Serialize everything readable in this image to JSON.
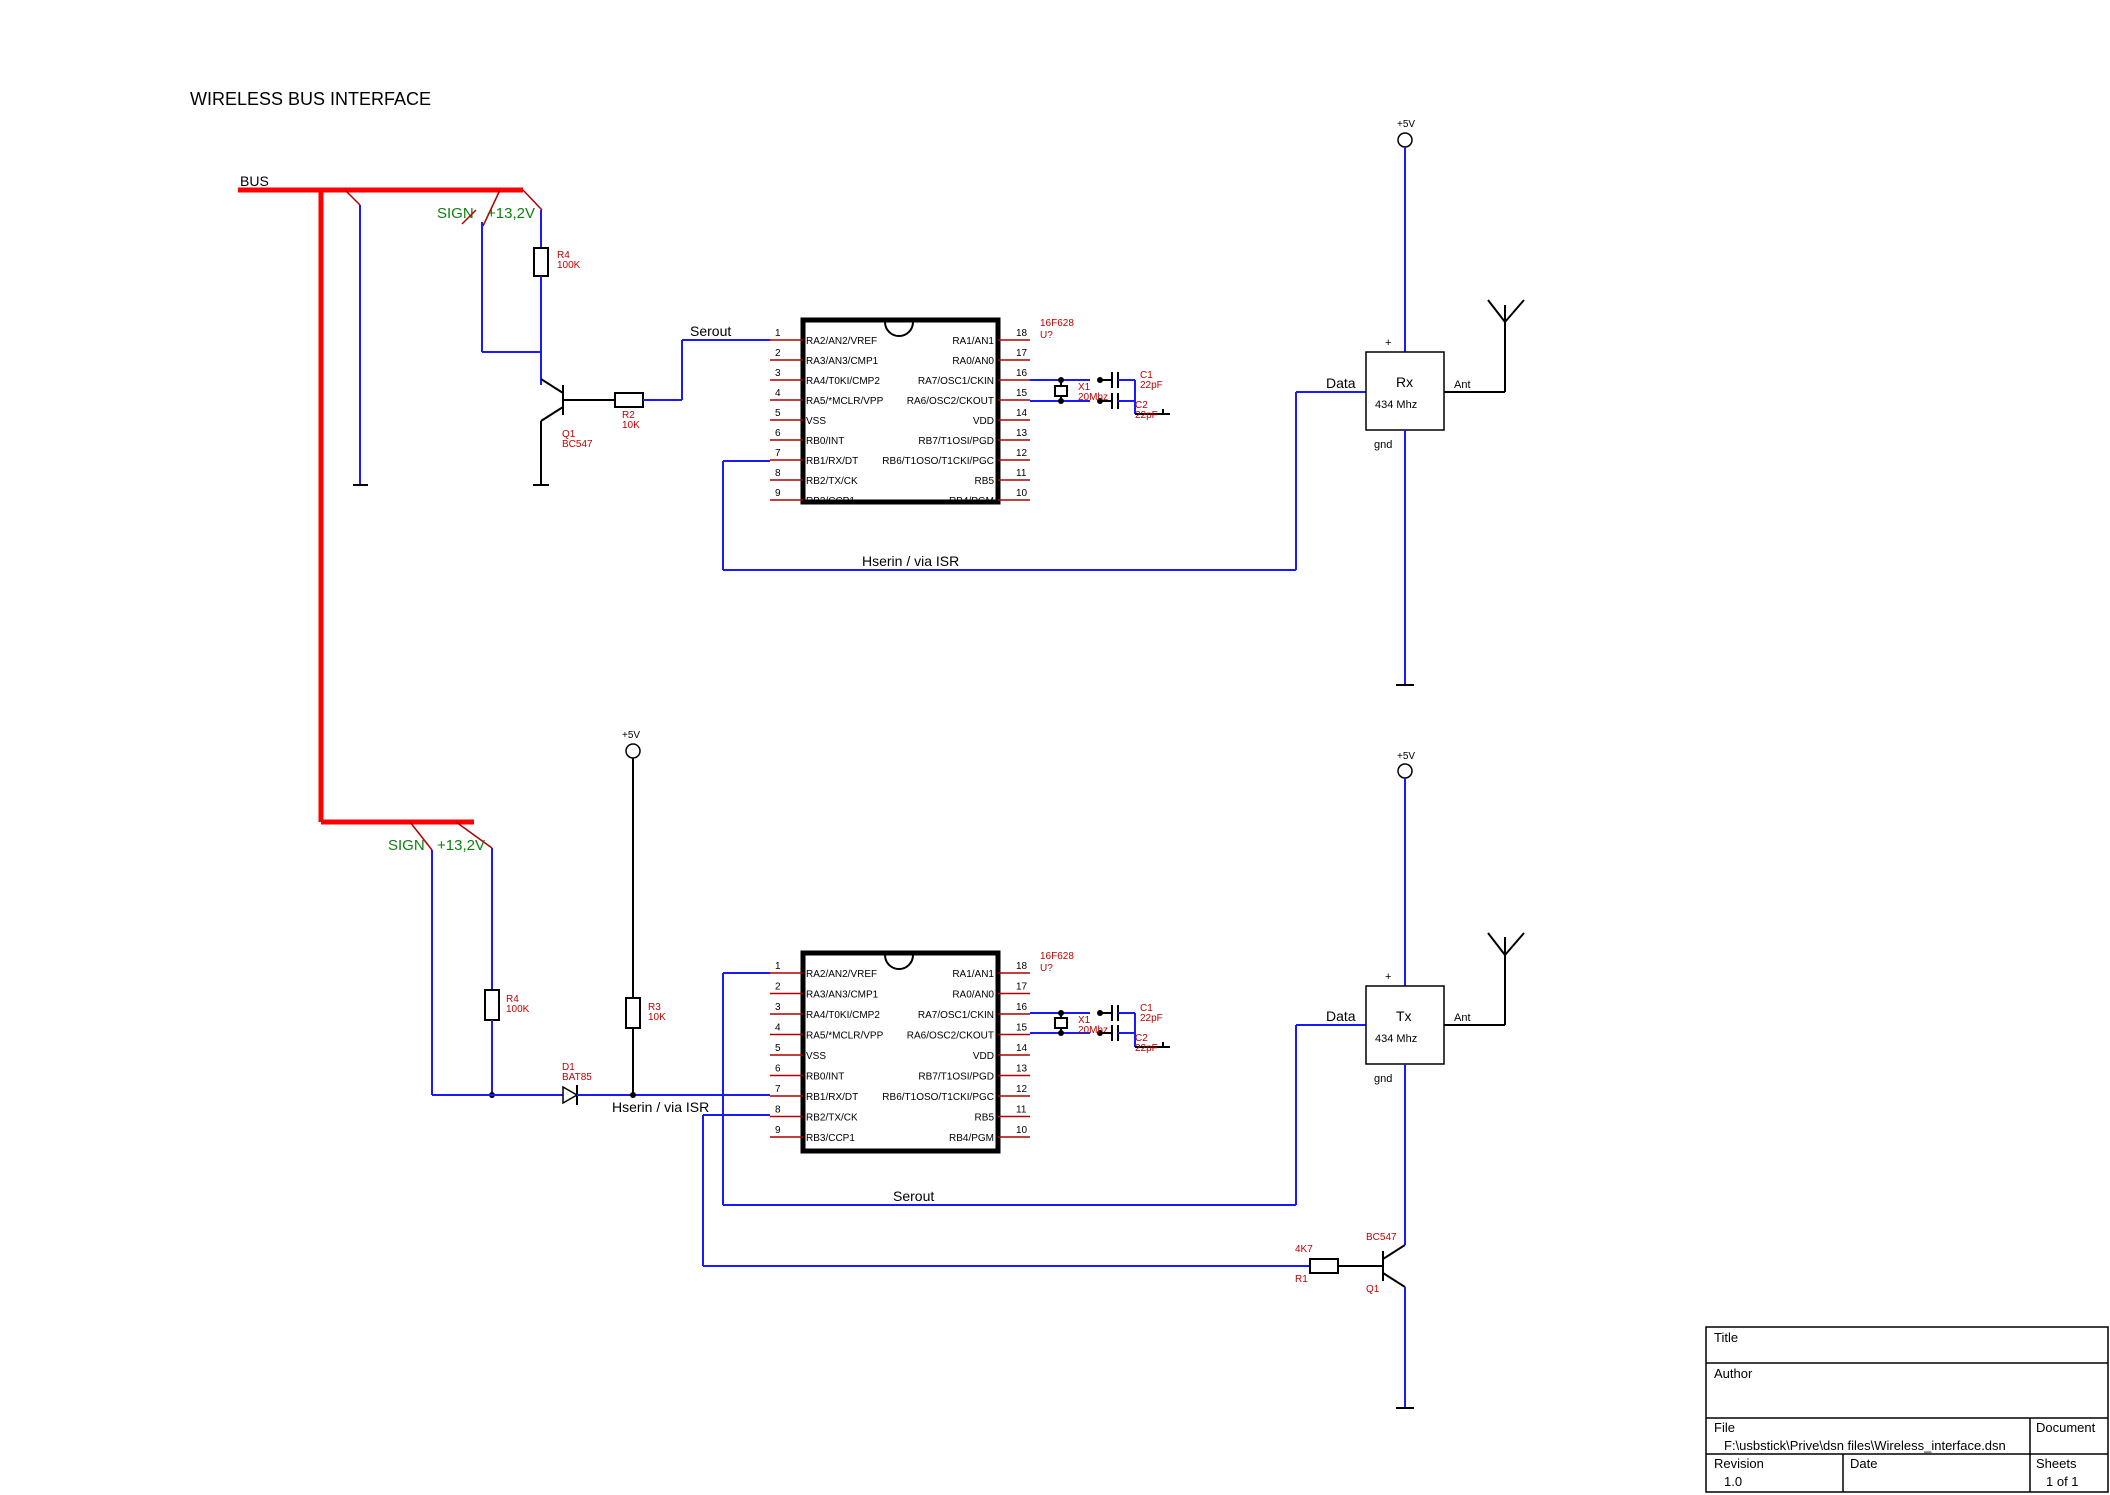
{
  "sheet_title": "WIRELESS BUS INTERFACE",
  "bus_label": "BUS",
  "sign_label": "SIGN",
  "v132_label": "+13,2V",
  "v5_label": "+5V",
  "serout": "Serout",
  "hserin": "Hserin / via ISR",
  "mcu": {
    "part": "16F628",
    "ref": "U?",
    "left_pins": [
      {
        "n": "1",
        "name": "RA2/AN2/VREF"
      },
      {
        "n": "2",
        "name": "RA3/AN3/CMP1"
      },
      {
        "n": "3",
        "name": "RA4/T0KI/CMP2"
      },
      {
        "n": "4",
        "name": "RA5/*MCLR/VPP"
      },
      {
        "n": "5",
        "name": "VSS"
      },
      {
        "n": "6",
        "name": "RB0/INT"
      },
      {
        "n": "7",
        "name": "RB1/RX/DT"
      },
      {
        "n": "8",
        "name": "RB2/TX/CK"
      },
      {
        "n": "9",
        "name": "RB3/CCP1"
      }
    ],
    "right_pins": [
      {
        "n": "18",
        "name": "RA1/AN1"
      },
      {
        "n": "17",
        "name": "RA0/AN0"
      },
      {
        "n": "16",
        "name": "RA7/OSC1/CKIN"
      },
      {
        "n": "15",
        "name": "RA6/OSC2/CKOUT"
      },
      {
        "n": "14",
        "name": "VDD"
      },
      {
        "n": "13",
        "name": "RB7/T1OSI/PGD"
      },
      {
        "n": "12",
        "name": "RB6/T1OSO/T1CKI/PGC"
      },
      {
        "n": "11",
        "name": "RB5"
      },
      {
        "n": "10",
        "name": "RB4/PGM"
      }
    ]
  },
  "xtal": {
    "ref": "X1",
    "val": "20Mhz"
  },
  "caps": {
    "c1_ref": "C1",
    "c1_val": "22pF",
    "c2_ref": "C2",
    "c2_val": "22pF"
  },
  "rx_module": {
    "name": "Rx",
    "freq": "434 Mhz",
    "data": "Data",
    "ant": "Ant",
    "gnd": "gnd",
    "plus": "+"
  },
  "tx_module": {
    "name": "Tx",
    "freq": "434 Mhz",
    "data": "Data",
    "ant": "Ant",
    "gnd": "gnd",
    "plus": "+"
  },
  "top_parts": {
    "r4_ref": "R4",
    "r4_val": "100K",
    "r2_ref": "R2",
    "r2_val": "10K",
    "q1_ref": "Q1",
    "q1_val": "BC547"
  },
  "bottom_parts": {
    "r4_ref": "R4",
    "r4_val": "100K",
    "r3_ref": "R3",
    "r3_val": "10K",
    "d1_ref": "D1",
    "d1_val": "BAT85",
    "r1_ref": "R1",
    "r1_val": "4K7",
    "q1_ref": "Q1",
    "q1_val": "BC547"
  },
  "title_block": {
    "title_label": "Title",
    "author_label": "Author",
    "file_label": "File",
    "file_value": "F:\\usbstick\\Prive\\dsn files\\Wireless_interface.dsn",
    "document_label": "Document",
    "revision_label": "Revision",
    "revision_value": "1.0",
    "date_label": "Date",
    "sheets_label": "Sheets",
    "sheets_value": "1 of 1"
  }
}
